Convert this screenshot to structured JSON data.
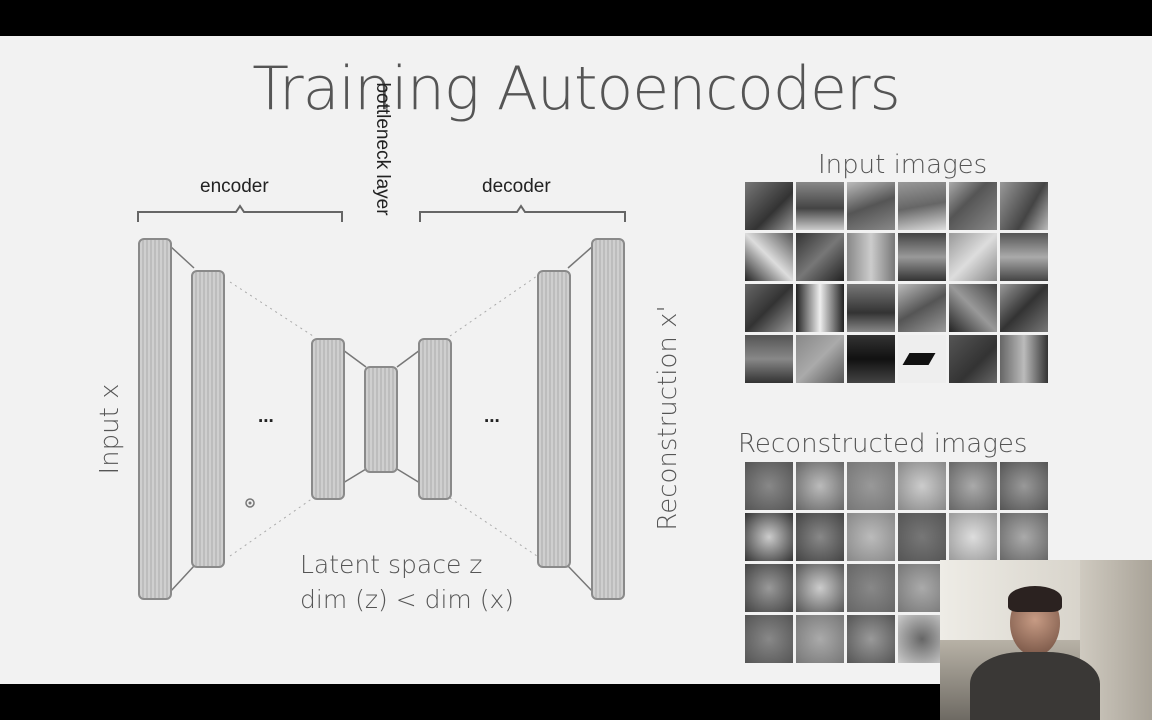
{
  "slide": {
    "title": "Training Autoencoders",
    "encoder_label": "encoder",
    "decoder_label": "decoder",
    "bottleneck_label": "bottleneck layer",
    "input_label": "Input x",
    "reconstruction_label": "Reconstruction x'",
    "ellipsis_left": "...",
    "ellipsis_right": "...",
    "latent_line1": "Latent space z",
    "latent_line2": "dim (z) < dim (x)",
    "input_images_title": "Input images",
    "reconstructed_images_title": "Reconstructed images"
  },
  "colors": {
    "background": "#f2f2f2",
    "title_text": "#555555",
    "bar_border": "#8a8a8a",
    "letterbox": "#000000"
  },
  "icons": {
    "cursor": "cursor-dot-icon"
  }
}
